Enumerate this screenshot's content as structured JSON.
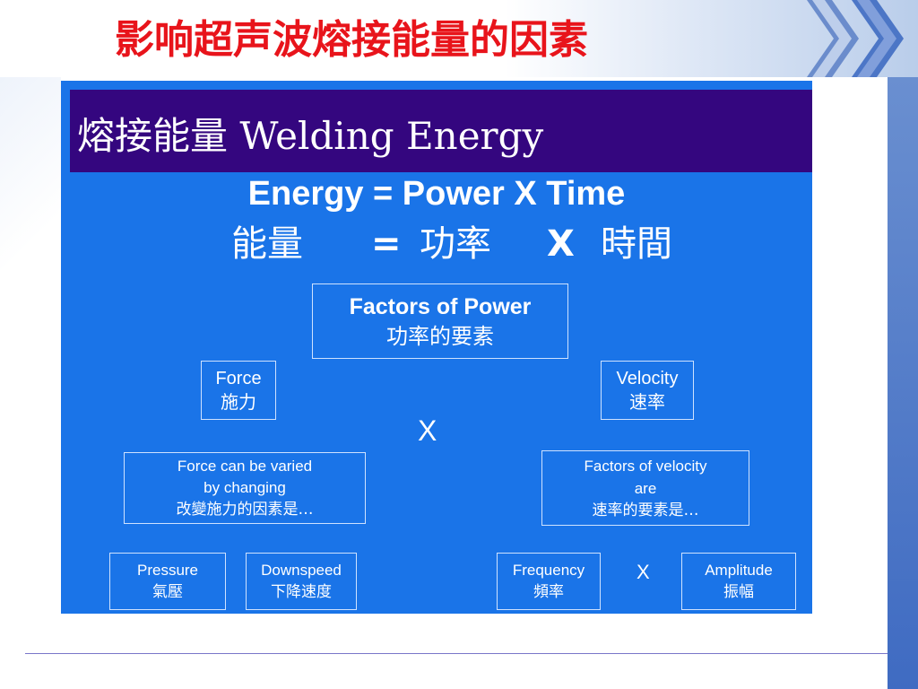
{
  "slide": {
    "title": "影响超声波熔接能量的因素"
  },
  "panel": {
    "header": "熔接能量 Welding Energy",
    "equation_en": "Energy = Power X Time",
    "equation_zh": {
      "energy": "能量",
      "equals": "=",
      "power": "功率",
      "times": "X",
      "time": "時間"
    },
    "factors_of_power": {
      "en": "Factors of Power",
      "zh": "功率的要素"
    },
    "force": {
      "en": "Force",
      "zh": "施力"
    },
    "velocity": {
      "en": "Velocity",
      "zh": "速率"
    },
    "power_multiply": "X",
    "force_varied": {
      "line1": "Force can be varied",
      "line2": "by changing",
      "line3": "改變施力的因素是…"
    },
    "velocity_factors": {
      "line1": "Factors of velocity",
      "line2": "are",
      "line3": "速率的要素是…"
    },
    "pressure": {
      "en": "Pressure",
      "zh": "氣壓"
    },
    "downspeed": {
      "en": "Downspeed",
      "zh": "下降速度"
    },
    "frequency": {
      "en": "Frequency",
      "zh": "頻率"
    },
    "velocity_multiply": "X",
    "amplitude": {
      "en": "Amplitude",
      "zh": "振幅"
    }
  },
  "colors": {
    "title": "#e8141b",
    "panel_bg": "#1a74e8",
    "header_bg": "#34067f",
    "box_border": "#cfe2ff",
    "accent_bar": "#3f6bc2"
  }
}
